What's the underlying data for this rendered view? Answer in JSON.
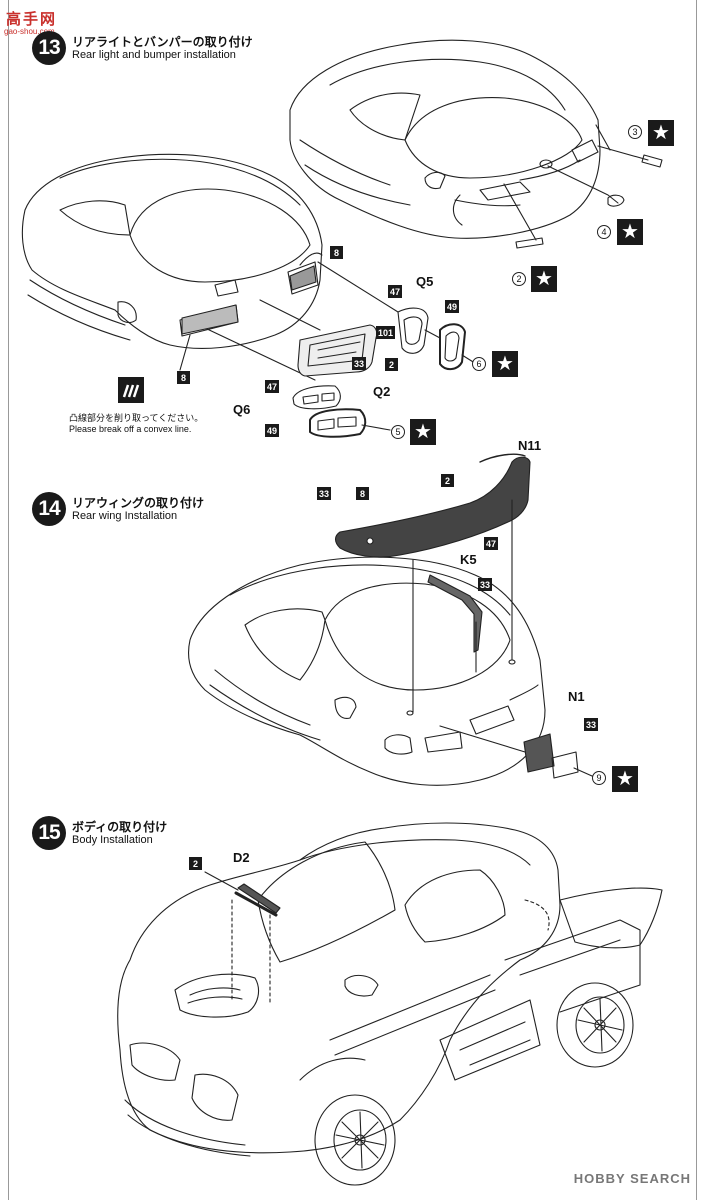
{
  "watermark": {
    "top_text": "高手网",
    "top_sub": "gao-shou.com",
    "bottom_text": "HOBBY SEARCH"
  },
  "steps": [
    {
      "number": "13",
      "title_jp": "リアライトとバンパーの取り付け",
      "title_en": "Rear light and bumper installation",
      "note_jp": "凸線部分を削り取ってください。",
      "note_en": "Please break off a convex line."
    },
    {
      "number": "14",
      "title_jp": "リアウィングの取り付け",
      "title_en": "Rear wing Installation"
    },
    {
      "number": "15",
      "title_jp": "ボディの取り付け",
      "title_en": "Body Installation"
    }
  ],
  "parts": {
    "q5": "Q5",
    "q2": "Q2",
    "q6": "Q6",
    "n11": "N11",
    "k5": "K5",
    "n1": "N1",
    "d2": "D2"
  },
  "color_badges": {
    "s13_8a": "8",
    "s13_8b": "8",
    "s13_47a": "47",
    "s13_49a": "49",
    "s13_101": "101",
    "s13_33": "33",
    "s13_2": "2",
    "s13_47b": "47",
    "s13_49b": "49",
    "s14_33a": "33",
    "s14_8": "8",
    "s14_2": "2",
    "s14_47": "47",
    "s14_33b": "33",
    "s14_33c": "33",
    "s15_2": "2"
  },
  "decals": {
    "d3": "3",
    "d4": "4",
    "d2": "2",
    "d6": "6",
    "d5": "5",
    "d9": "9"
  },
  "icons": {
    "star": "★"
  }
}
